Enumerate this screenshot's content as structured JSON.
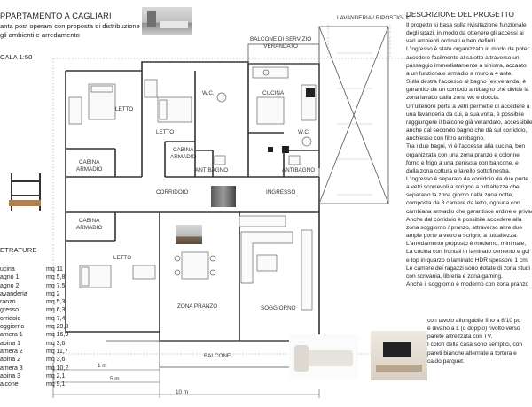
{
  "header": {
    "title": "PPARTAMENTO A CAGLIARI",
    "subtitle_line1": "anta post operam con proposta di distribuzione",
    "subtitle_line2": "gli ambienti e arredamento",
    "scale": "CALA 1:50"
  },
  "surfaces": {
    "heading": "ETRATURE",
    "rows": [
      {
        "name": "ucina",
        "value": "mq 11"
      },
      {
        "name": "agno 1",
        "value": "mq 5,8"
      },
      {
        "name": "agno 2",
        "value": "mq 7,5"
      },
      {
        "name": "avanderia",
        "value": "mq 2"
      },
      {
        "name": "ranzo",
        "value": "mq 5,3"
      },
      {
        "name": "gresso",
        "value": "mq 6,3"
      },
      {
        "name": "orridoio",
        "value": "mq 7,4"
      },
      {
        "name": "oggiorno",
        "value": "mq 29,8"
      },
      {
        "name": "amera 1",
        "value": "mq 16,9"
      },
      {
        "name": "abina 1",
        "value": "mq 3,6"
      },
      {
        "name": "amera 2",
        "value": "mq 11,7"
      },
      {
        "name": "abina 2",
        "value": "mq 3,6"
      },
      {
        "name": "amera 3",
        "value": "mq 10,2"
      },
      {
        "name": "abina 3",
        "value": "mq 2,1"
      },
      {
        "name": "alcone",
        "value": "mq 9,1"
      }
    ]
  },
  "plan": {
    "rooms": {
      "letto_a": "LETTO",
      "letto_b": "LETTO",
      "letto_c": "LETTO",
      "wc_1": "W.C.",
      "wc_2": "W.C.",
      "cucina": "CUCINA",
      "balcone_servizio_1": "BALCONE DI SERVIZIO",
      "balcone_servizio_2": "VERANDATO",
      "lavanderia": "LAVANDERIA / RIPOSTIGLIO",
      "cabina_a1": "CABINA",
      "cabina_a2": "ARMADIO",
      "cabina_b1": "CABINA",
      "cabina_b2": "ARMADIO",
      "cabina_c1": "CABINA",
      "cabina_c2": "ARMADIO",
      "antibagno_1": "ANTIBAGNO",
      "antibagno_2": "ANTIBAGNO",
      "corridoio": "CORRIDOIO",
      "ingresso": "INGRESSO",
      "zona_pranzo": "ZONA PRANZO",
      "soggiorno": "SOGGIORNO",
      "balcone": "BALCONE"
    },
    "dimensions": {
      "d1": "1 m",
      "d5": "5 m",
      "d10": "10 m"
    }
  },
  "description": {
    "title": "DESCRIZIONE DEL PROGETTO",
    "lines": [
      "Il progetto si basa sulla rivisitazione funzionale",
      "degli spazi, in modo da ottenere gli accessi ai",
      "vari ambienti ordinati e ben definiti.",
      "L'ingresso è stato organizzato in modo da poter",
      "accedere facilmente al salotto attraverso un",
      "passaggio immediatamente a sinistra, accanto",
      "a un funzionale armadio a muro a 4 ante.",
      "Sulla destra l'accesso al bagno (ex veranda) è",
      "garantito da un comodo antibagno che divide la",
      "zona lavabo dalla zona wc e doccia.",
      "Un'ulteriore porta a vetri permette di accedere a",
      "una lavanderia da cui, a sua volta, è possibile",
      "raggiungere il balcone già verandato, accessibile",
      "anche dal secondo bagno che dà sul corridoio,",
      "anch'esso con filtro antibagno.",
      "Tra i due bagni, vi è l'accesso alla  cucina, ben",
      "organizzata con una zona pranzo e colonne",
      "forno e frigo a una penisola con bancone, e",
      "dalla zona cottura e lavello sottofinestra.",
      "L'ingresso è separato da corridoio da due porte",
      "a vetri scorrevoli a scrigno a tutt'altezza che",
      "separano la zona giorno dalla zona notte,",
      "composta da 3 camere da letto, ognuna con",
      "cambiana armadio che garantisce ordine e privac",
      "Anche dal corridoio è possibile accedere alla",
      "zona soggiorno / pranzo, attraverso altre due",
      "ampie porte a vetro a scrigno a tutt'altezza.",
      "L'arredamento proposto è moderno, minimale,",
      "La cucina con frontali in laminato cemento e gol",
      "e top in quarzo o laminato HDR spessore 1 cm.",
      "Le camere dei ragazzi sono dotate di zona studi",
      "con scrivania, libreria e zona gaming.",
      "Anche il soggiorno è moderno con zona pranzo"
    ],
    "tail_lines": [
      "con tavolo allungabile fino a 8/10 po",
      "e divano a L (o doppio) rivolto verso",
      "parete attrezzata con TV.",
      "I colori della casa sono semplici, con",
      "pareti bianche alternate a tortora e",
      "caldo parquet."
    ]
  }
}
